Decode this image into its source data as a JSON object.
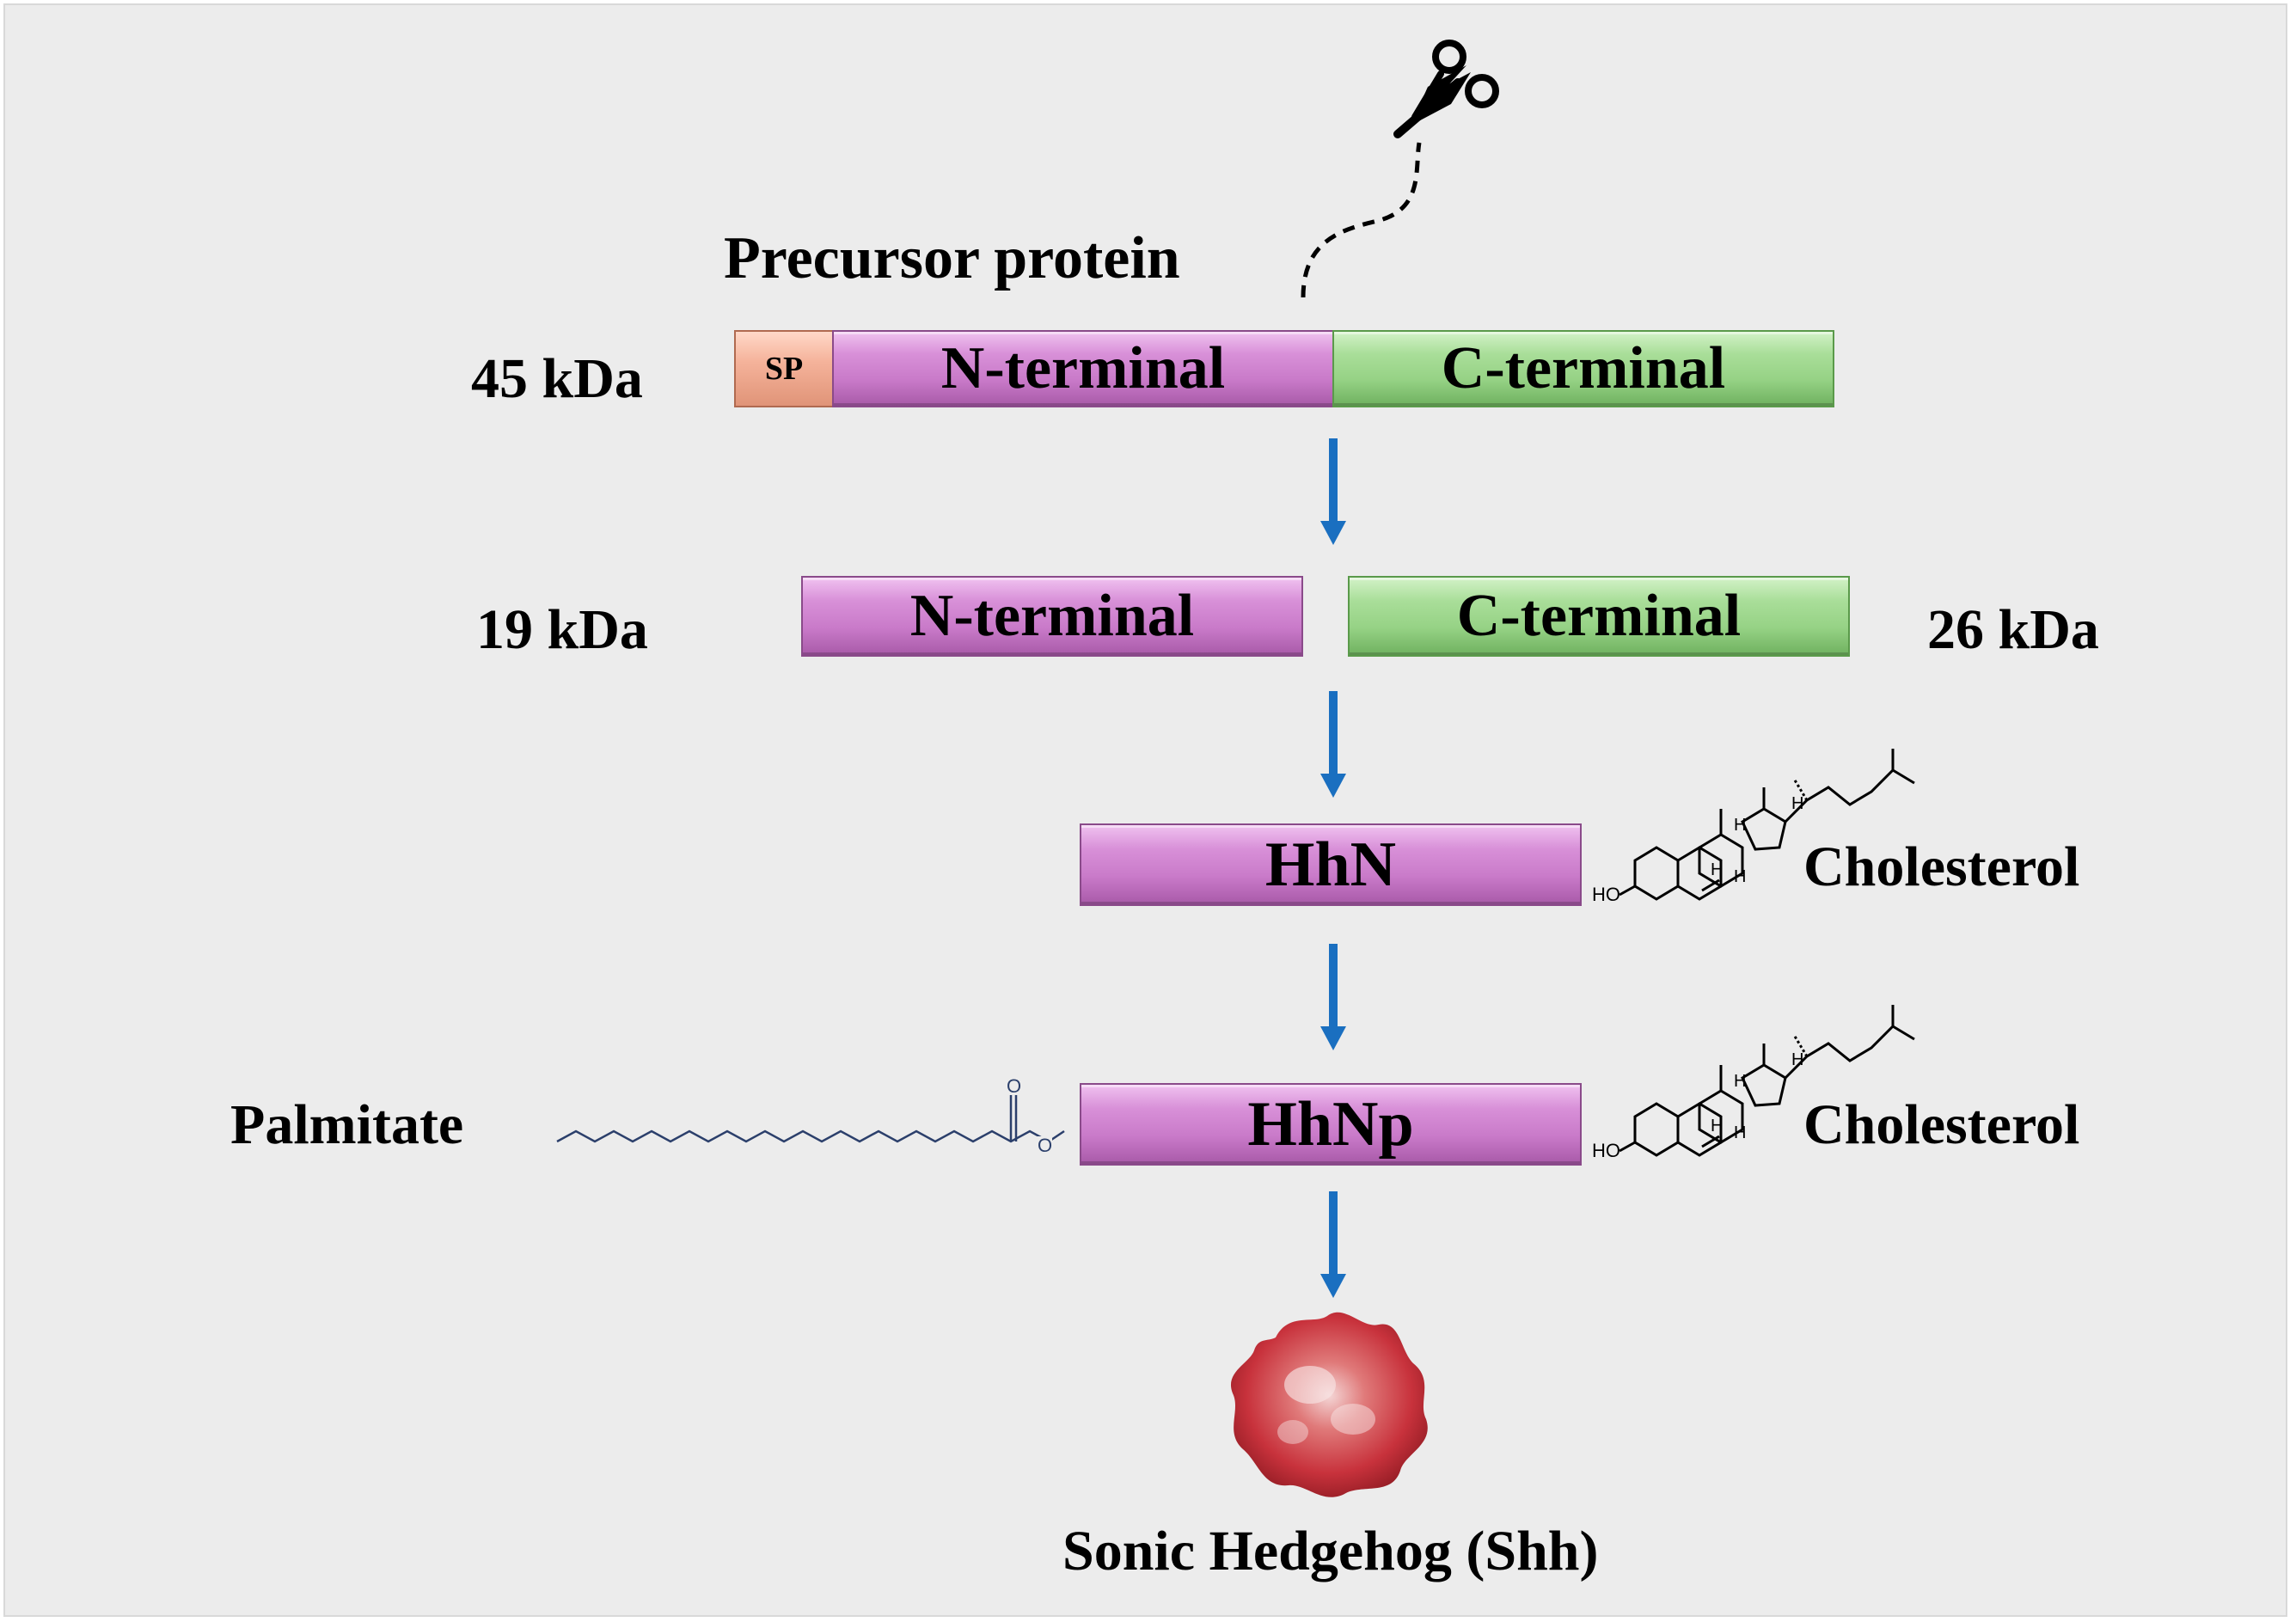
{
  "title": "Precursor protein",
  "precursor": {
    "mass": "45 kDa",
    "sp_label": "SP",
    "n_terminal": "N-terminal",
    "c_terminal": "C-terminal"
  },
  "cleaved": {
    "n_mass": "19 kDa",
    "c_mass": "26 kDa",
    "n_terminal": "N-terminal",
    "c_terminal": "C-terminal"
  },
  "hhn": {
    "label": "HhN",
    "modification": "Cholesterol"
  },
  "hhnp": {
    "label": "HhNp",
    "left_modification": "Palmitate",
    "right_modification": "Cholesterol"
  },
  "product": "Sonic Hedgehog (Shh)",
  "structure_labels": {
    "hydroxyl": "HO",
    "hydrogen": "H",
    "carbonyl_o": "O",
    "ester_o": "O"
  },
  "colors": {
    "n_terminal": "#c97ac9",
    "c_terminal": "#96d285",
    "signal_peptide": "#f5b39b",
    "arrow": "#1a6fc0",
    "shh_protein": "#c8323c",
    "palmitate_chain": "#2b3f6b"
  },
  "icons": [
    "scissors-icon",
    "arrow-down-icon",
    "protein-blob-icon"
  ]
}
